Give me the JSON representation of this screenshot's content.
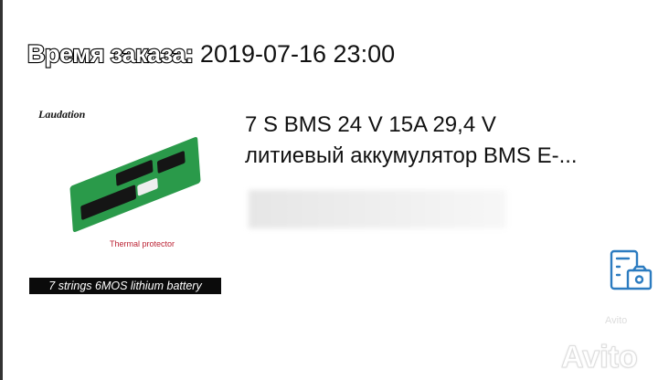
{
  "order": {
    "label": "Время заказа:",
    "datetime": "2019-07-16 23:00"
  },
  "product": {
    "title_line1": "7 S BMS 24 V 15A 29,4 V",
    "title_line2": "литиевый аккумулятор BMS E-...",
    "image": {
      "brand": "Laudation",
      "caption": "7 strings 6MOS lithium battery",
      "annotation": "Thermal protector"
    }
  },
  "icons": {
    "receipt_camera": "receipt-camera-icon"
  },
  "watermark": {
    "small": "Avito",
    "large": "Avito"
  },
  "colors": {
    "accent": "#2b7bc0"
  }
}
